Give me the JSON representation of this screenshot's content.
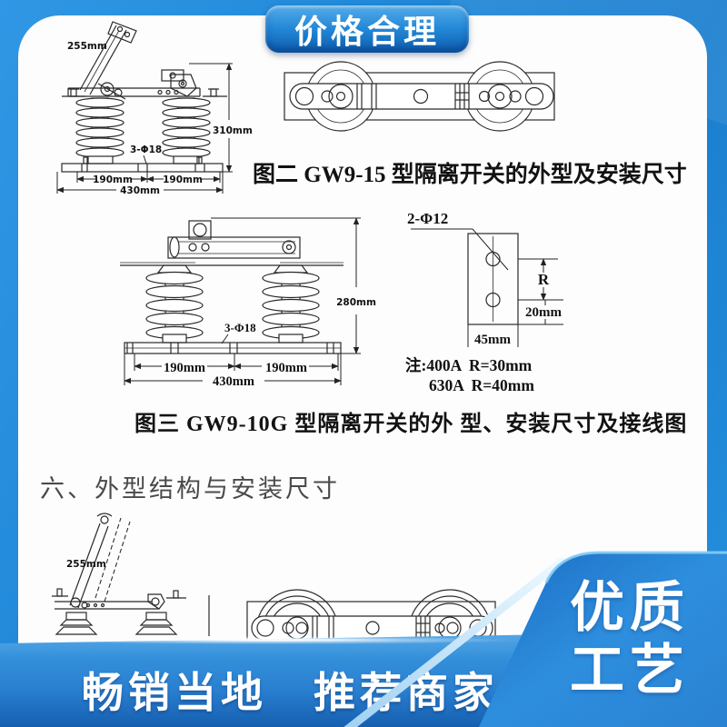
{
  "badge": {
    "label": "价格合理"
  },
  "figure2": {
    "caption": "图二 GW9-15 型隔离开关的外型及安装尺寸",
    "dims": {
      "arm": "255mm",
      "height": "310mm",
      "holes": "3-Φ18",
      "span_left": "190mm",
      "span_right": "190mm",
      "total": "430mm"
    }
  },
  "figure3": {
    "caption": "图三 GW9-10G 型隔离开关的外 型、安装尺寸及接线图",
    "dims": {
      "height": "280mm",
      "holes": "3-Φ18",
      "span_left": "190mm",
      "span_right": "190mm",
      "total": "430mm"
    },
    "plate": {
      "holes": "2-Φ12",
      "radius": "R",
      "pitch": "20mm",
      "width": "45mm",
      "note1": "注:400A  R=30mm",
      "note2": "630A  R=40mm"
    }
  },
  "section": {
    "heading": "六、外型结构与安装尺寸"
  },
  "bottom_figure": {
    "arm": "255mm"
  },
  "footer": {
    "banner": "畅销当地　推荐商家",
    "corner_line1": "优质",
    "corner_line2": "工艺"
  },
  "colors": {
    "page_blue": "#1f85d6",
    "banner_blue": "#2f86d6",
    "panel_blue": "#2a86d8",
    "ink": "#222222"
  }
}
